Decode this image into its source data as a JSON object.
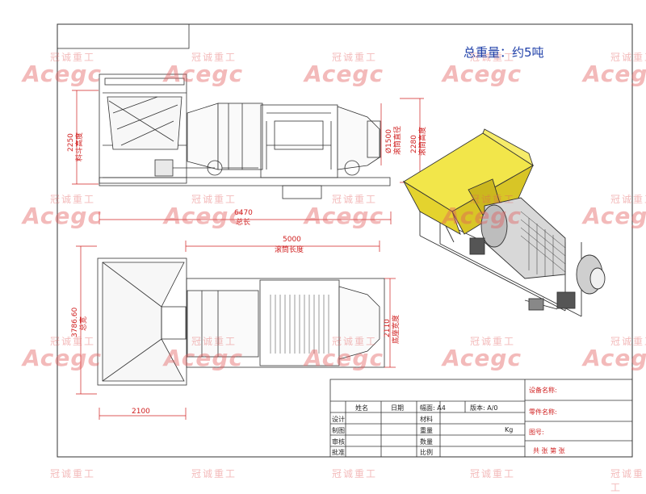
{
  "weight_note": "总重量：约5吨",
  "watermark": {
    "cn": "冠诚重工",
    "en": "Acegc"
  },
  "dims": {
    "hopper_height_value": "2250",
    "hopper_height_label": "料斗高度",
    "drum_dia_value": "Ø1500",
    "drum_dia_label": "滚筒直径",
    "drum_height_value": "2280",
    "drum_height_label": "滚筒高度",
    "total_length_value": "6470",
    "total_length_label": "总长",
    "drum_length_value": "5000",
    "drum_length_label": "滚筒长度",
    "total_width_value": "3786.60",
    "total_width_label": "总宽",
    "base_width_value": "2110",
    "base_width_label": "底座宽度",
    "hopper_width_value": "2100"
  },
  "title_block": {
    "name": "姓名",
    "date": "日期",
    "size": "幅面: A4",
    "version": "版本: A/0",
    "design": "设计",
    "drawing": "制图",
    "review": "审核",
    "approve": "批准",
    "material": "材料",
    "weight": "重量",
    "weight_unit": "Kg",
    "quantity": "数量",
    "scale": "比例",
    "device_name": "设备名称:",
    "part_name": "零件名称:",
    "drawing_no": "图号:",
    "sheets": "共    张    第    张"
  }
}
